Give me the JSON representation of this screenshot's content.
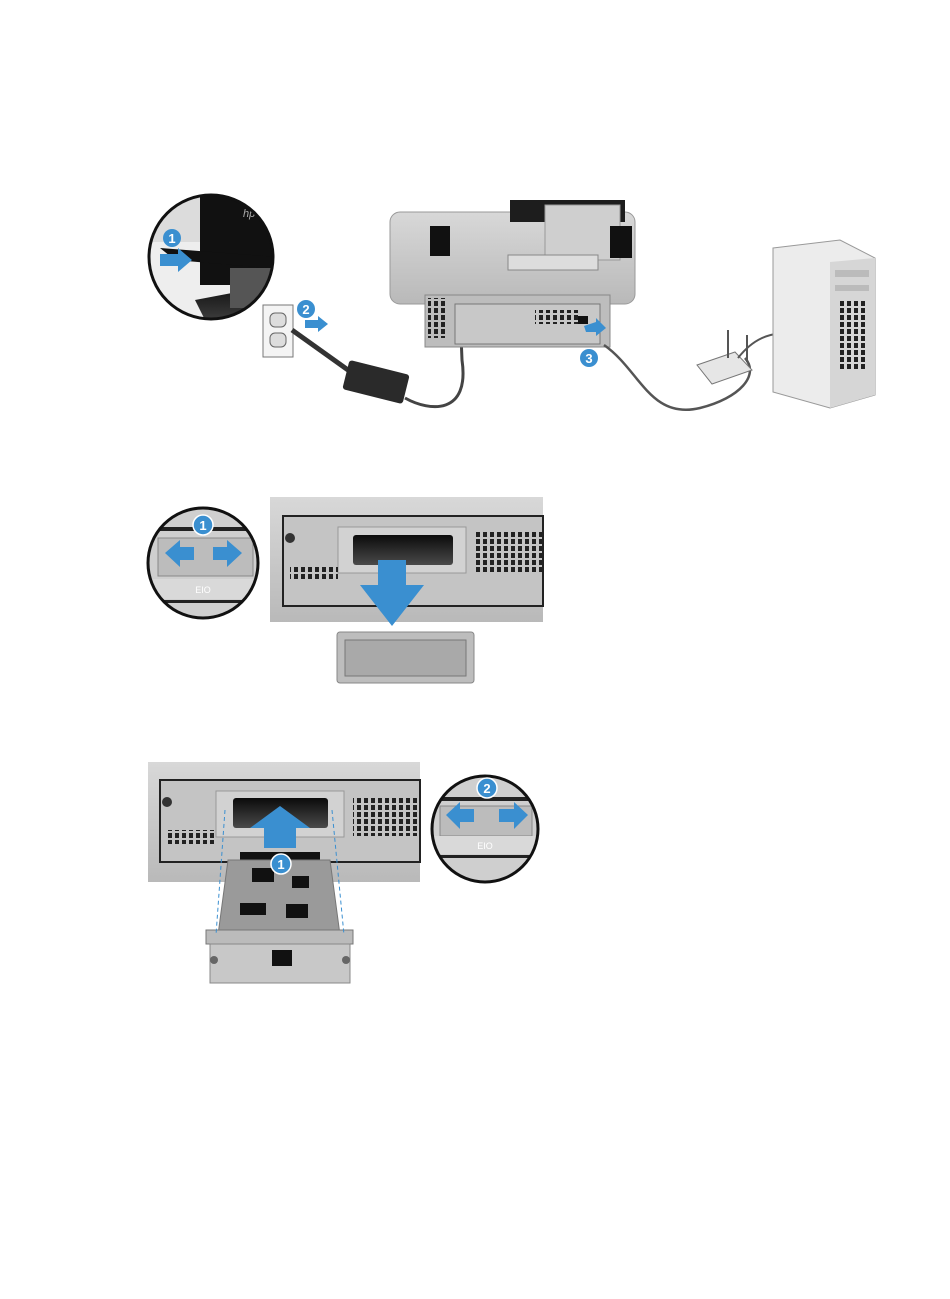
{
  "figures": [
    {
      "id": "connect-cables",
      "callouts": [
        "1",
        "2",
        "3"
      ],
      "logo": "hp"
    },
    {
      "id": "remove-eio-cover",
      "callouts": [
        "1"
      ],
      "port_label": "EIO"
    },
    {
      "id": "install-eio-card",
      "callouts": [
        "1",
        "2"
      ],
      "port_label": "EIO"
    }
  ],
  "colors": {
    "callout_blue": "#3a8fd0",
    "panel_gray": "#c9c9c9",
    "dark": "#1a1a1a"
  }
}
